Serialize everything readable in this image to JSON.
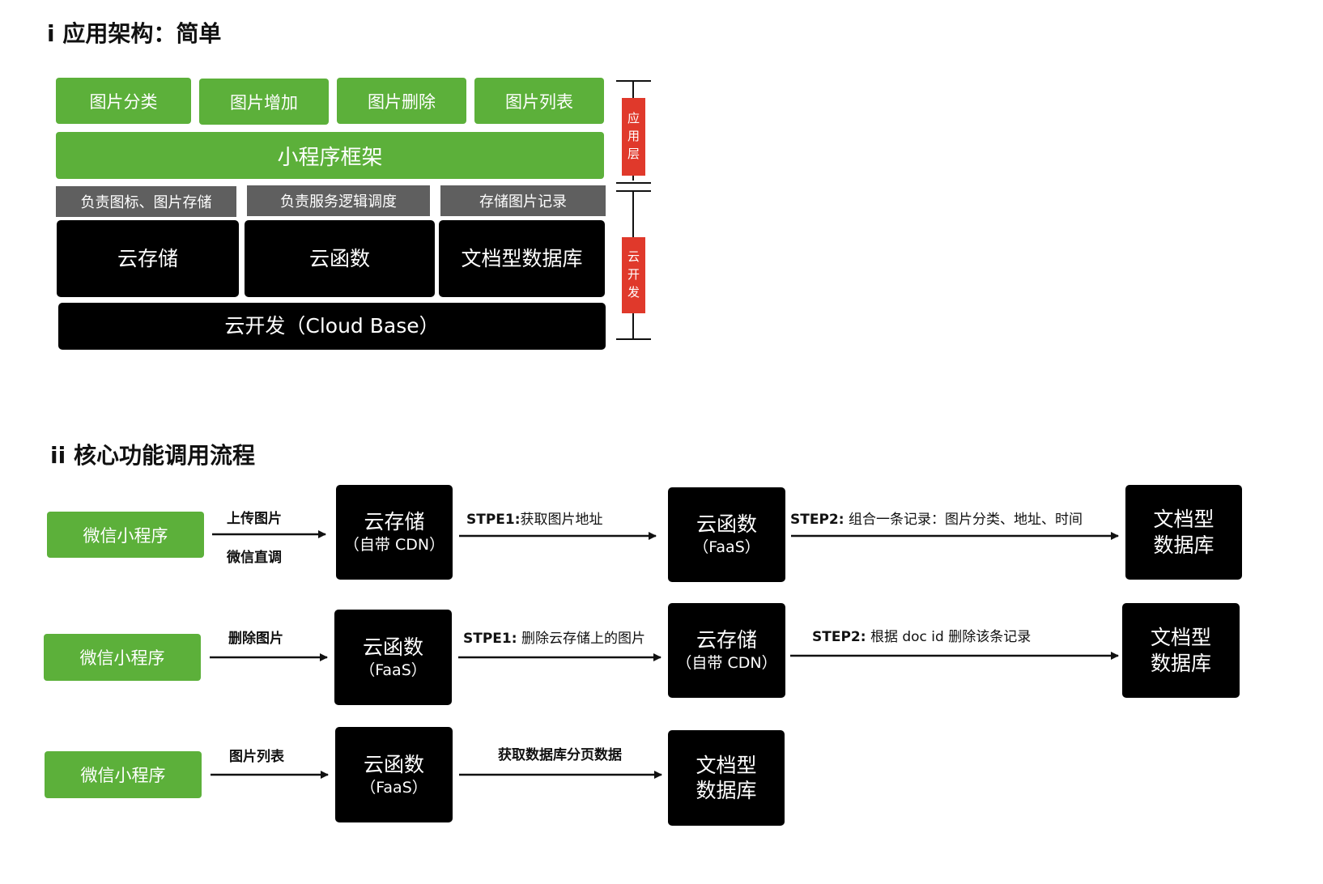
{
  "section1": {
    "title": "i 应用架构：简单",
    "app_modules": [
      "图片分类",
      "图片增加",
      "图片删除",
      "图片列表"
    ],
    "framework": "小程序框架",
    "descriptions": [
      "负责图标、图片存储",
      "负责服务逻辑调度",
      "存储图片记录"
    ],
    "services": [
      "云存储",
      "云函数",
      "文档型数据库"
    ],
    "base": "云开发（Cloud Base）",
    "layer_app": [
      "应",
      "用",
      "层"
    ],
    "layer_cloud": [
      "云",
      "开",
      "发"
    ]
  },
  "section2": {
    "title": "ii 核心功能调用流程",
    "flow1": {
      "client": "微信小程序",
      "arrow1_top": "上传图片",
      "arrow1_bottom": "微信直调",
      "node1": {
        "name": "云存储",
        "sub": "（自带 CDN）"
      },
      "arrow2_step": "STPE1:",
      "arrow2_text": "获取图片地址",
      "node2": {
        "name": "云函数",
        "sub": "（FaaS）"
      },
      "arrow3_step": "STEP2:",
      "arrow3_text": " 组合一条记录：图片分类、地址、时间",
      "node3": {
        "line1": "文档型",
        "line2": "数据库"
      }
    },
    "flow2": {
      "client": "微信小程序",
      "arrow1_top": "删除图片",
      "node1": {
        "name": "云函数",
        "sub": "（FaaS）"
      },
      "arrow2_step": "STPE1:",
      "arrow2_text": " 删除云存储上的图片",
      "node2": {
        "name": "云存储",
        "sub": "（自带 CDN）"
      },
      "arrow3_step": "STEP2:",
      "arrow3_text": " 根据 doc id 删除该条记录",
      "node3": {
        "line1": "文档型",
        "line2": "数据库"
      }
    },
    "flow3": {
      "client": "微信小程序",
      "arrow1_top": "图片列表",
      "node1": {
        "name": "云函数",
        "sub": "（FaaS）"
      },
      "arrow2_text": "获取数据库分页数据",
      "node2": {
        "line1": "文档型",
        "line2": "数据库"
      }
    }
  }
}
